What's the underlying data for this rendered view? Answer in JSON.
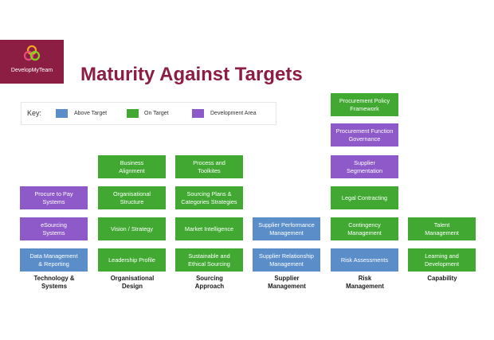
{
  "colors": {
    "brand": "#8c1d43",
    "above_target": "#5b8ec8",
    "on_target": "#41a832",
    "development_area": "#8e59c8"
  },
  "logo": {
    "text": "DevelopMyTeam"
  },
  "title": "Maturity Against Targets",
  "key": {
    "label": "Key:",
    "items": [
      {
        "label": "Above Target",
        "status": "above_target"
      },
      {
        "label": "On Target",
        "status": "on_target"
      },
      {
        "label": "Development Area",
        "status": "development_area"
      }
    ]
  },
  "columns": [
    {
      "label": "Technology &\nSystems",
      "boxes": [
        {
          "text": "Data Management\n& Reporting",
          "status": "above_target"
        },
        {
          "text": "eSourcing\nSystems",
          "status": "development_area"
        },
        {
          "text": "Procure to Pay\nSystems",
          "status": "development_area"
        }
      ]
    },
    {
      "label": "Organisational\nDesign",
      "boxes": [
        {
          "text": "Leadership Profile",
          "status": "on_target"
        },
        {
          "text": "Vision / Strategy",
          "status": "on_target"
        },
        {
          "text": "Organisational\nStructure",
          "status": "on_target"
        },
        {
          "text": "Business\nAlignment",
          "status": "on_target"
        }
      ]
    },
    {
      "label": "Sourcing\nApproach",
      "boxes": [
        {
          "text": "Sustainable and\nEthical Sourcing",
          "status": "on_target"
        },
        {
          "text": "Market Intelligence",
          "status": "on_target"
        },
        {
          "text": "Sourcing Plans &\nCategories Strategies",
          "status": "on_target"
        },
        {
          "text": "Process and\nToolkites",
          "status": "on_target"
        }
      ]
    },
    {
      "label": "Supplier\nManagement",
      "boxes": [
        {
          "text": "Supplier Relationship\nManagement",
          "status": "above_target"
        },
        {
          "text": "Supplier Performance\nManagement",
          "status": "above_target"
        }
      ]
    },
    {
      "label": "Risk\nManagement",
      "boxes": [
        {
          "text": "Risk Assessments",
          "status": "above_target"
        },
        {
          "text": "Contingency\nManagement",
          "status": "on_target"
        },
        {
          "text": "Legal Contracting",
          "status": "on_target"
        },
        {
          "text": "Supplier\nSegmentation",
          "status": "development_area"
        },
        {
          "text": "Procurement Function\nGovernance",
          "status": "development_area"
        },
        {
          "text": "Procurement Policy\nFramework",
          "status": "on_target"
        }
      ]
    },
    {
      "label": "Capability",
      "boxes": [
        {
          "text": "Learning and\nDevelopment",
          "status": "on_target"
        },
        {
          "text": "Talent\nManagement",
          "status": "on_target"
        }
      ]
    }
  ]
}
